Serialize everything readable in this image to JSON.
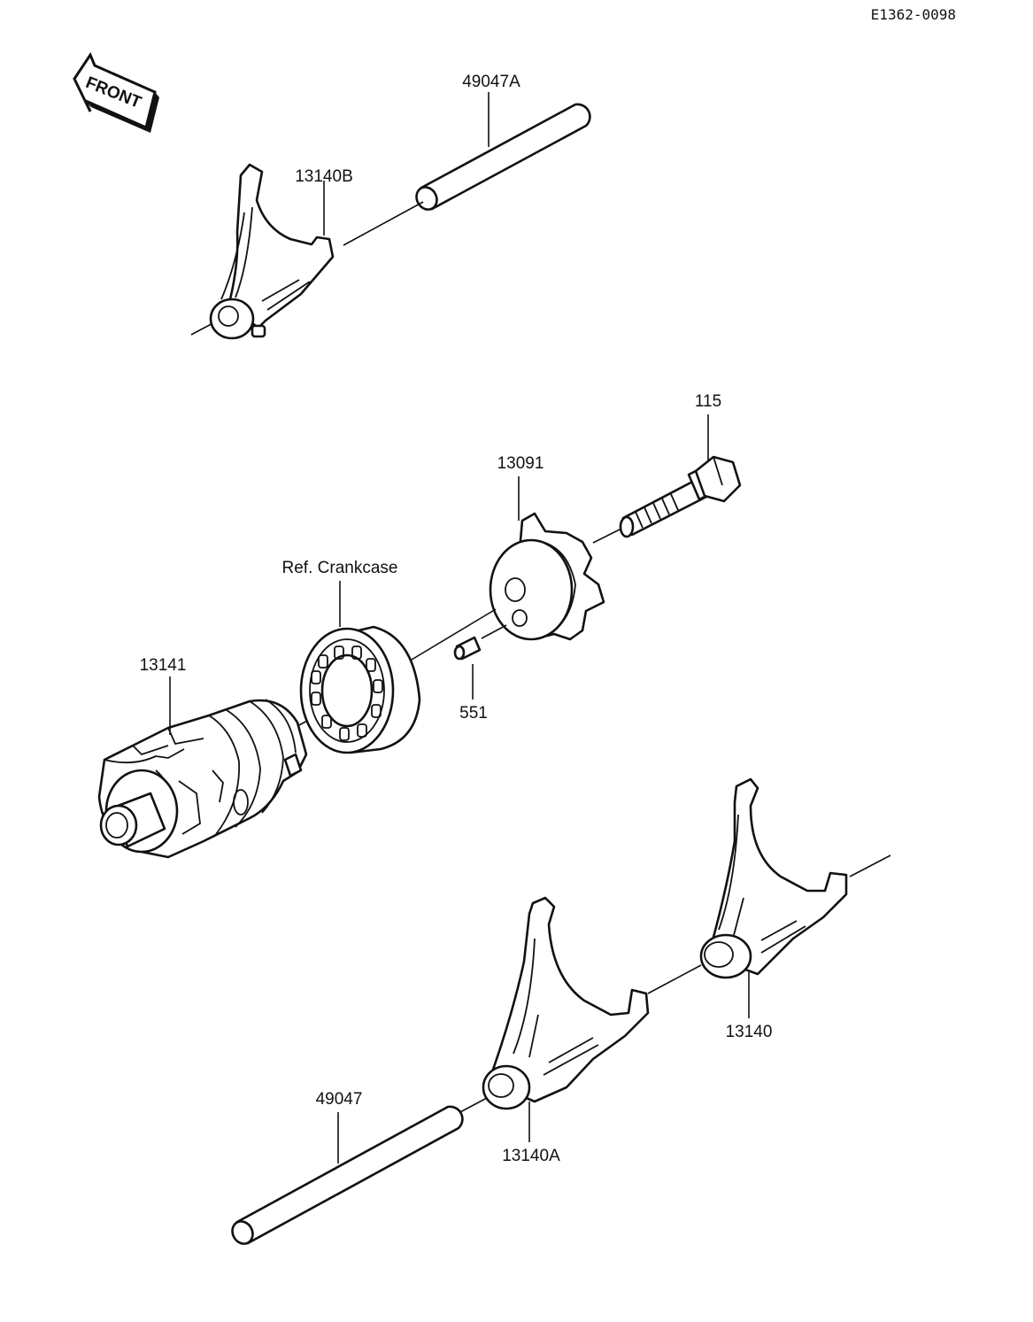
{
  "diagram_code": "E1362-0098",
  "front_label": "FRONT",
  "labels": {
    "shaft_a": "49047A",
    "fork_b": "13140B",
    "bolt": "115",
    "holder": "13091",
    "crankcase_ref": "Ref. Crankcase",
    "drum": "13141",
    "pin": "551",
    "shaft": "49047",
    "fork_a": "13140A",
    "fork": "13140"
  }
}
